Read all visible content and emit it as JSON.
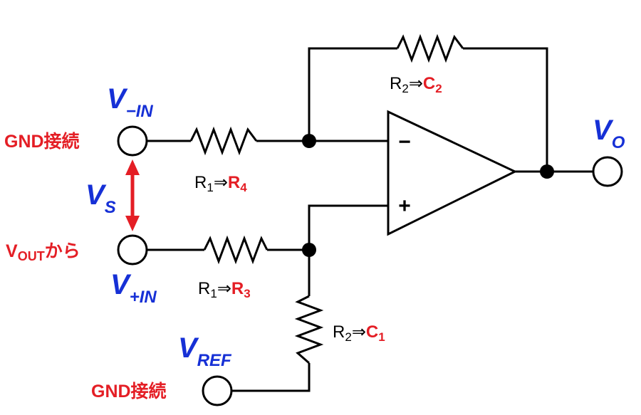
{
  "left_terminals": {
    "top_label": "GND接続",
    "bottom_label_main": "V",
    "bottom_label_sub": "OUT",
    "bottom_label_suffix": "から"
  },
  "nodes": {
    "v_minus_in": {
      "main": "V",
      "sub": "−IN"
    },
    "v_plus_in": {
      "main": "V",
      "sub": "+IN"
    },
    "v_s": {
      "main": "V",
      "sub": "S"
    },
    "v_o": {
      "main": "V",
      "sub": "O"
    },
    "v_ref": {
      "main": "V",
      "sub": "REF"
    }
  },
  "ref_terminal_label": "GND接続",
  "resistors": {
    "r_feedback": {
      "orig": "R",
      "orig_sub": "2",
      "arrow": "⇒",
      "new": "C",
      "new_sub": "2"
    },
    "r_top_in": {
      "orig": "R",
      "orig_sub": "1",
      "arrow": "⇒",
      "new": "R",
      "new_sub": "4"
    },
    "r_bot_in": {
      "orig": "R",
      "orig_sub": "1",
      "arrow": "⇒",
      "new": "R",
      "new_sub": "3"
    },
    "r_ground": {
      "orig": "R",
      "orig_sub": "2",
      "arrow": "⇒",
      "new": "C",
      "new_sub": "1"
    }
  },
  "opamp": {
    "minus": "−",
    "plus": "+"
  },
  "colors": {
    "red": "#e41e25",
    "blue": "#1630d6",
    "black": "#000000"
  }
}
